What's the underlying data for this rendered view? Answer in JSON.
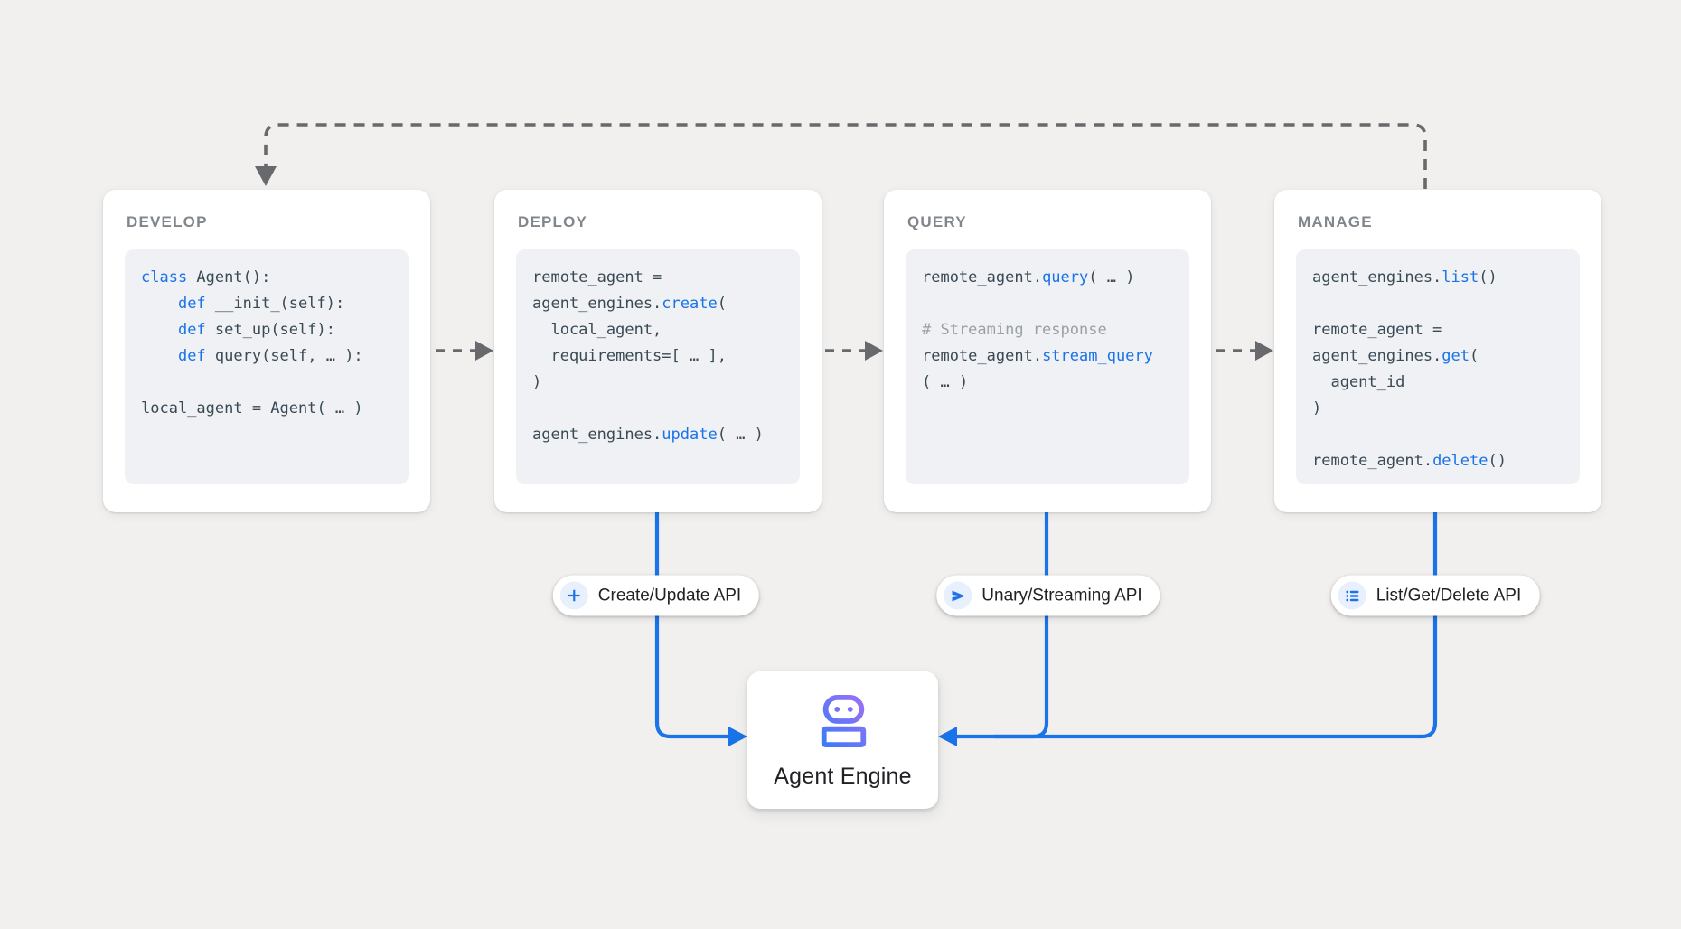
{
  "colors": {
    "background": "#f1f0ee",
    "card_bg": "#ffffff",
    "code_bg": "#eff1f4",
    "card_title": "#80868b",
    "code_text": "#3a4a55",
    "code_keyword": "#1a73e8",
    "code_comment": "#9aa0a6",
    "connector_gray": "#67696c",
    "connector_blue": "#1a73e8",
    "pill_icon_bg": "#e8f0fe",
    "robot_gradient_start": "#2e7df7",
    "robot_gradient_end": "#a96ef8"
  },
  "cards": [
    {
      "title": "DEVELOP",
      "code": [
        [
          [
            "class",
            "k"
          ],
          [
            " Agent():",
            "t"
          ]
        ],
        [
          [
            "    ",
            "t"
          ],
          [
            "def",
            "k"
          ],
          [
            " __init_(self):",
            "t"
          ]
        ],
        [
          [
            "    ",
            "t"
          ],
          [
            "def",
            "k"
          ],
          [
            " set_up(self):",
            "t"
          ]
        ],
        [
          [
            "    ",
            "t"
          ],
          [
            "def",
            "k"
          ],
          [
            " query(self, … ):",
            "t"
          ]
        ],
        [
          [
            "",
            "t"
          ]
        ],
        [
          [
            "local_agent = Agent( … )",
            "t"
          ]
        ]
      ]
    },
    {
      "title": "DEPLOY",
      "code": [
        [
          [
            "remote_agent =",
            "t"
          ]
        ],
        [
          [
            "agent_engines.",
            "t"
          ],
          [
            "create",
            "k"
          ],
          [
            "(",
            "t"
          ]
        ],
        [
          [
            "  local_agent,",
            "t"
          ]
        ],
        [
          [
            "  requirements=[ … ],",
            "t"
          ]
        ],
        [
          [
            ")",
            "t"
          ]
        ],
        [
          [
            "",
            "t"
          ]
        ],
        [
          [
            "agent_engines.",
            "t"
          ],
          [
            "update",
            "k"
          ],
          [
            "( … )",
            "t"
          ]
        ]
      ]
    },
    {
      "title": "QUERY",
      "code": [
        [
          [
            "remote_agent.",
            "t"
          ],
          [
            "query",
            "k"
          ],
          [
            "( … )",
            "t"
          ]
        ],
        [
          [
            "",
            "t"
          ]
        ],
        [
          [
            "# Streaming response",
            "c"
          ]
        ],
        [
          [
            "remote_agent.",
            "t"
          ],
          [
            "stream_query",
            "k"
          ]
        ],
        [
          [
            "( … )",
            "t"
          ]
        ]
      ]
    },
    {
      "title": "MANAGE",
      "code": [
        [
          [
            "agent_engines.",
            "t"
          ],
          [
            "list",
            "k"
          ],
          [
            "()",
            "t"
          ]
        ],
        [
          [
            "",
            "t"
          ]
        ],
        [
          [
            "remote_agent =",
            "t"
          ]
        ],
        [
          [
            "agent_engines.",
            "t"
          ],
          [
            "get",
            "k"
          ],
          [
            "(",
            "t"
          ]
        ],
        [
          [
            "  agent_id",
            "t"
          ]
        ],
        [
          [
            ")",
            "t"
          ]
        ],
        [
          [
            "",
            "t"
          ]
        ],
        [
          [
            "remote_agent.",
            "t"
          ],
          [
            "delete",
            "k"
          ],
          [
            "()",
            "t"
          ]
        ]
      ]
    }
  ],
  "pills": [
    {
      "label": "Create/Update API",
      "icon": "plus-icon"
    },
    {
      "label": "Unary/Streaming API",
      "icon": "send-icon"
    },
    {
      "label": "List/Get/Delete API",
      "icon": "list-icon"
    }
  ],
  "engine": {
    "label": "Agent Engine",
    "icon": "robot-icon"
  }
}
